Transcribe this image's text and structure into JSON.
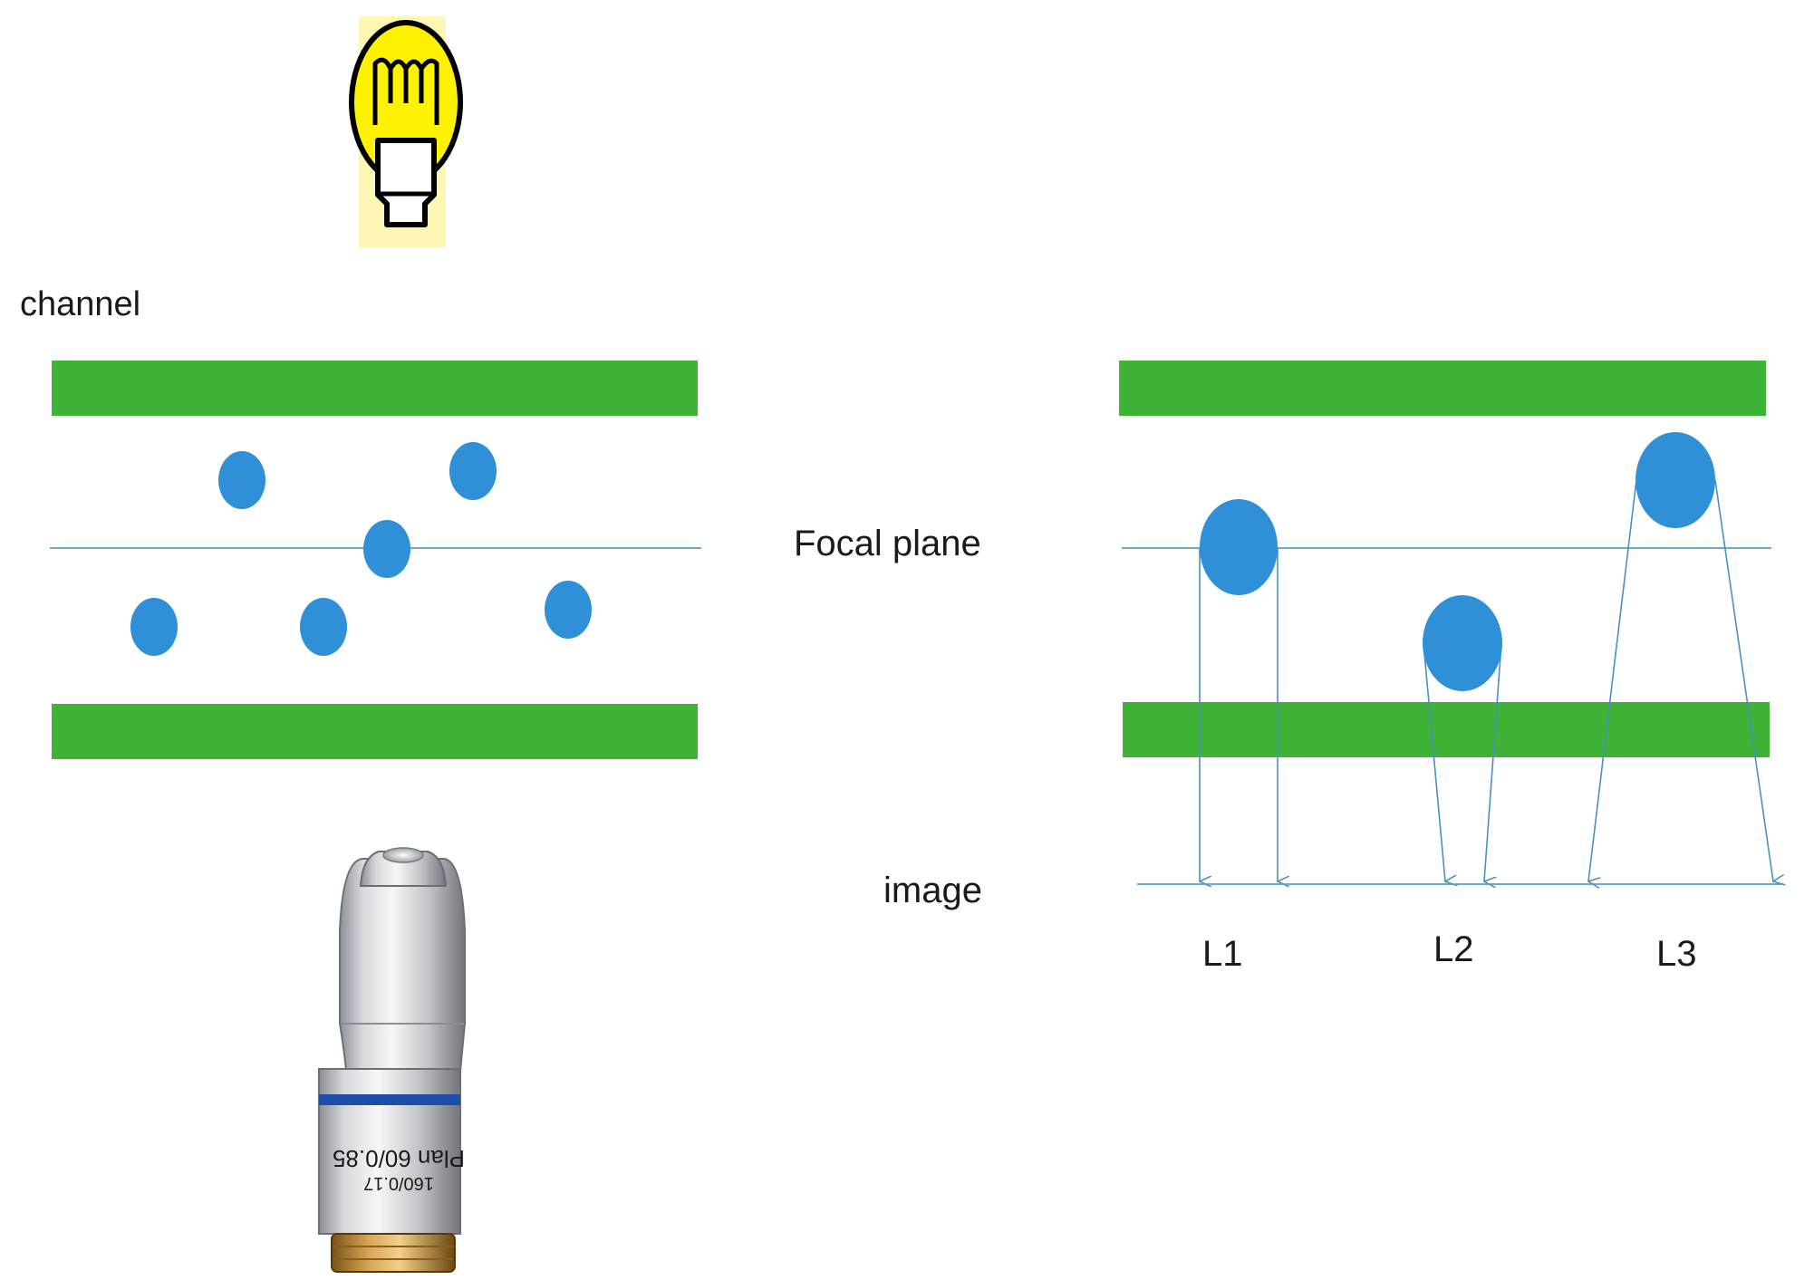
{
  "labels": {
    "channel": "channel",
    "focal_plane": "Focal plane",
    "image": "image",
    "l1": "L1",
    "l2": "L2",
    "l3": "L3"
  },
  "objective": {
    "engraving_line1": "160/0.17",
    "engraving_line2": "Plan 60/0.85"
  },
  "icons": {
    "light_source": "light-bulb-icon",
    "objective_lens": "microscope-objective-icon"
  },
  "colors": {
    "channel_wall": "#3fb335",
    "particle": "#2f8fd7",
    "focal_line": "#5b9cc4",
    "ray": "#4a90bf",
    "bulb_glass": "#fff200",
    "bulb_backdrop": "#fdf6b4"
  }
}
